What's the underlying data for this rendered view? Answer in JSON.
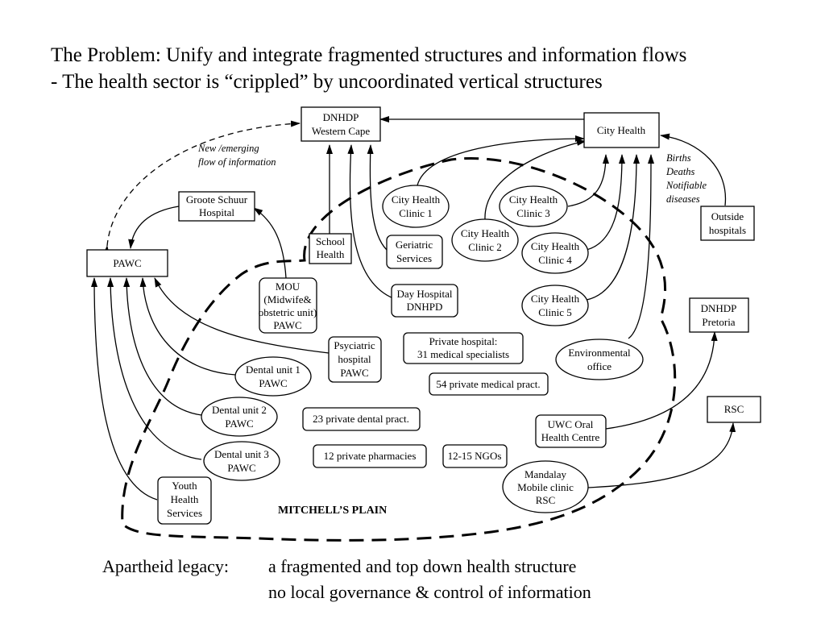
{
  "title_line1": "The Problem: Unify and integrate fragmented structures and information flows",
  "title_line2": "- The health sector is “crippled” by uncoordinated vertical structures",
  "nodes": {
    "dnhdp_wc": [
      "DNHDP",
      "Western Cape"
    ],
    "city_health": [
      "City Health"
    ],
    "groote_schuur": [
      "Groote Schuur",
      "Hospital"
    ],
    "pawc": [
      "PAWC"
    ],
    "school_health": [
      "School",
      "Health"
    ],
    "geriatric": [
      "Geriatric",
      "Services"
    ],
    "ch_clinic1": [
      "City Health",
      "Clinic 1"
    ],
    "ch_clinic2": [
      "City Health",
      "Clinic 2"
    ],
    "ch_clinic3": [
      "City Health",
      "Clinic 3"
    ],
    "ch_clinic4": [
      "City Health",
      "Clinic 4"
    ],
    "ch_clinic5": [
      "City Health",
      "Clinic 5"
    ],
    "outside_hospitals": [
      "Outside",
      "hospitals"
    ],
    "mou": [
      "MOU",
      "(Midwife&",
      "obstetric unit)",
      "PAWC"
    ],
    "day_hospital": [
      "Day Hospital",
      "DNHPD"
    ],
    "psychiatric": [
      "Psyciatric",
      "hospital",
      "PAWC"
    ],
    "private_hospital": [
      "Private hospital:",
      "31 medical specialists"
    ],
    "private_medical": [
      "54 private medical pract."
    ],
    "environmental": [
      "Environmental",
      "office"
    ],
    "dnhdp_pretoria": [
      "DNHDP",
      "Pretoria"
    ],
    "dental1": [
      "Dental unit 1",
      "PAWC"
    ],
    "dental2": [
      "Dental unit 2",
      "PAWC"
    ],
    "dental3": [
      "Dental unit 3",
      "PAWC"
    ],
    "private_dental": [
      "23 private dental pract."
    ],
    "pharmacies": [
      "12 private pharmacies"
    ],
    "ngos": [
      "12-15 NGOs"
    ],
    "uwc_oral": [
      "UWC Oral",
      "Health Centre"
    ],
    "rsc": [
      "RSC"
    ],
    "mandalay": [
      "Mandalay",
      "Mobile clinic",
      "RSC"
    ],
    "youth": [
      "Youth",
      "Health",
      "Services"
    ]
  },
  "annotations": {
    "new_flow": [
      "New /emerging",
      "flow of information"
    ],
    "births": [
      "Births",
      "Deaths",
      "Notifiable",
      "diseases"
    ],
    "area_label": "MITCHELL’S  PLAIN"
  },
  "footer": {
    "label": "Apartheid legacy:",
    "line1": "a fragmented and top down health structure",
    "line2": "no local governance & control of information"
  }
}
